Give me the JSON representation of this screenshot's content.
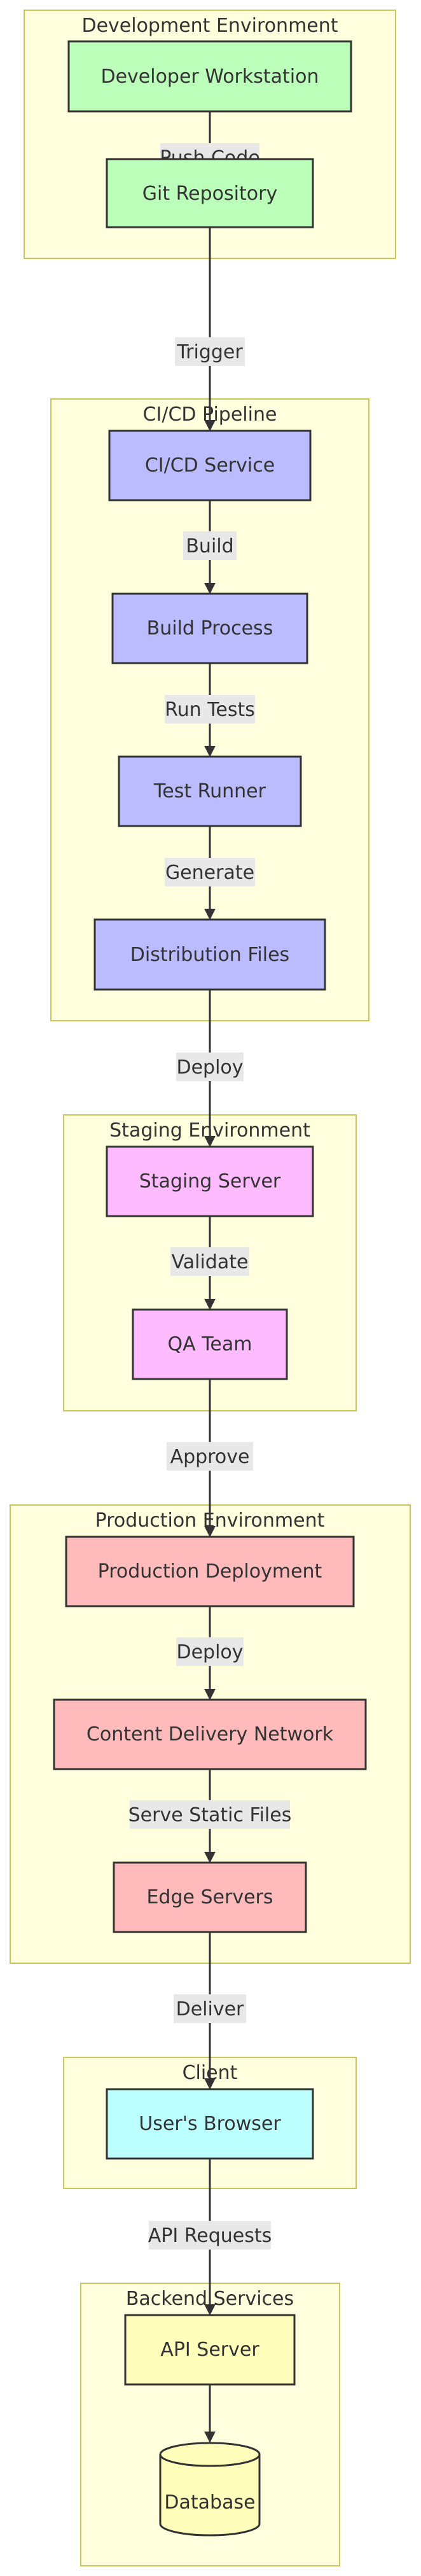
{
  "clusters": {
    "dev": {
      "label": "Development Environment"
    },
    "cicd": {
      "label": "CI/CD Pipeline"
    },
    "staging": {
      "label": "Staging Environment"
    },
    "production": {
      "label": "Production Environment"
    },
    "client": {
      "label": "Client"
    },
    "backend": {
      "label": "Backend Services"
    }
  },
  "nodes": {
    "workstation": {
      "label": "Developer Workstation",
      "fill": "#bbffbb"
    },
    "git": {
      "label": "Git Repository",
      "fill": "#bbffbb"
    },
    "ci": {
      "label": "CI/CD Service",
      "fill": "#bbbbff"
    },
    "build": {
      "label": "Build Process",
      "fill": "#bbbbff"
    },
    "test": {
      "label": "Test Runner",
      "fill": "#bbbbff"
    },
    "dist": {
      "label": "Distribution Files",
      "fill": "#bbbbff"
    },
    "staging_server": {
      "label": "Staging Server",
      "fill": "#ffbbff"
    },
    "qa": {
      "label": "QA Team",
      "fill": "#ffbbff"
    },
    "prod": {
      "label": "Production Deployment",
      "fill": "#ffbbbb"
    },
    "cdn": {
      "label": "Content Delivery Network",
      "fill": "#ffbbbb"
    },
    "edge": {
      "label": "Edge Servers",
      "fill": "#ffbbbb"
    },
    "browser": {
      "label": "User's Browser",
      "fill": "#bbffff"
    },
    "api": {
      "label": "API Server",
      "fill": "#ffffbb"
    },
    "db": {
      "label": "Database",
      "fill": "#ffffbb"
    }
  },
  "edges": {
    "push": {
      "label": "Push Code"
    },
    "trigger": {
      "label": "Trigger"
    },
    "build": {
      "label": "Build"
    },
    "run_tests": {
      "label": "Run Tests"
    },
    "generate": {
      "label": "Generate"
    },
    "deploy_staging": {
      "label": "Deploy"
    },
    "validate": {
      "label": "Validate"
    },
    "approve": {
      "label": "Approve"
    },
    "deploy_cdn": {
      "label": "Deploy"
    },
    "serve": {
      "label": "Serve Static Files"
    },
    "deliver": {
      "label": "Deliver"
    },
    "api_requests": {
      "label": "API Requests"
    }
  }
}
